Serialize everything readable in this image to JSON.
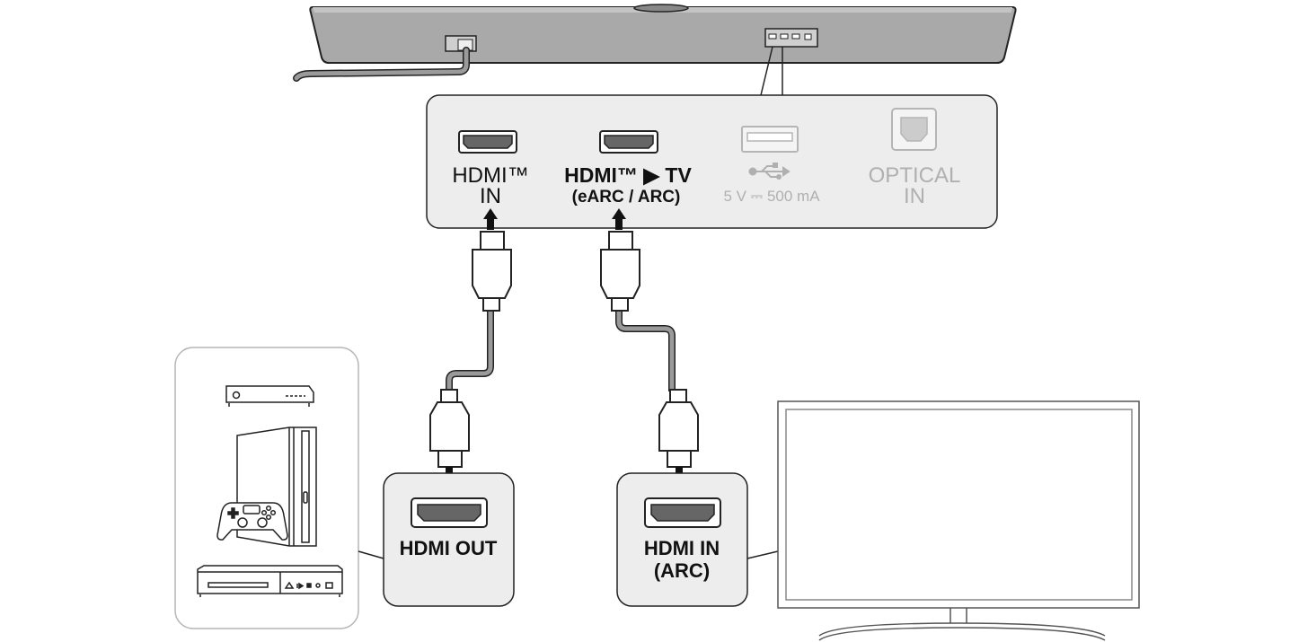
{
  "soundbar_panel": {
    "hdmi_in_label_line1": "HDMI™",
    "hdmi_in_label_line2": "IN",
    "hdmi_tv_label": "HDMI™ ▶ TV",
    "hdmi_tv_sublabel": "(eARC / ARC)",
    "usb_label": "5 V ⎓ 500 mA",
    "optical_label_line1": "OPTICAL",
    "optical_label_line2": "IN"
  },
  "source_device": {
    "port_label": "HDMI OUT"
  },
  "tv": {
    "port_label_line1": "HDMI IN",
    "port_label_line2": "(ARC)"
  },
  "icons": [
    "set-top-box-icon",
    "game-console-icon",
    "gamepad-icon",
    "blu-ray-player-icon",
    "usb-icon",
    "hdmi-port-icon",
    "optical-port-icon"
  ],
  "colors": {
    "stroke": "#222222",
    "panel_fill": "#ededed",
    "soundbar_fill": "#a9a9a9",
    "cable": "#9a9a9a",
    "disabled_text": "#b0b0b0"
  }
}
